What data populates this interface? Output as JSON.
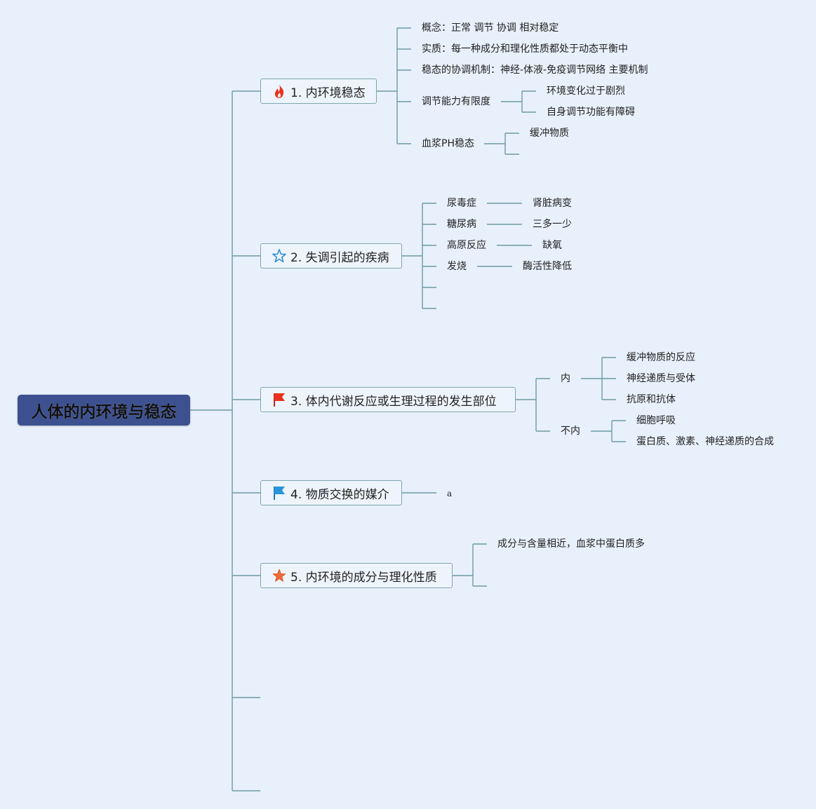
{
  "root": {
    "title": "人体的内环境与稳态"
  },
  "branches": [
    {
      "label": "1. 内环境稳态",
      "icon": "fire-icon",
      "children": [
        {
          "text": "概念：正常 调节 协调 相对稳定"
        },
        {
          "text": "实质：每一种成分和理化性质都处于动态平衡中"
        },
        {
          "text": "稳态的协调机制：神经-体液-免疫调节网络 主要机制"
        },
        {
          "text": "调节能力有限度",
          "children": [
            "环境变化过于剧烈",
            "自身调节功能有障碍"
          ]
        },
        {
          "text": "血浆PH稳态",
          "children": [
            "缓冲物质"
          ]
        }
      ]
    },
    {
      "label": "2. 失调引起的疾病",
      "icon": "star-outline-icon",
      "children": [
        {
          "text": "尿毒症",
          "children": [
            "肾脏病变"
          ]
        },
        {
          "text": "糖尿病",
          "children": [
            "三多一少"
          ]
        },
        {
          "text": "高原反应",
          "children": [
            "缺氧"
          ]
        },
        {
          "text": "发烧",
          "children": [
            "酶活性降低"
          ]
        }
      ]
    },
    {
      "label": "3. 体内代谢反应或生理过程的发生部位",
      "icon": "red-flag-icon",
      "children": [
        {
          "text": "内",
          "children": [
            "缓冲物质的反应",
            "神经递质与受体",
            "抗原和抗体"
          ]
        },
        {
          "text": "不内",
          "children": [
            "细胞呼吸",
            "蛋白质、激素、神经递质的合成"
          ]
        }
      ]
    },
    {
      "label": "4. 物质交换的媒介",
      "icon": "blue-flag-icon",
      "children": [
        {
          "text": "a"
        }
      ]
    },
    {
      "label": "5. 内环境的成分与理化性质",
      "icon": "orange-star-icon",
      "children": [
        {
          "text": "成分与含量相近，血浆中蛋白质多"
        }
      ]
    }
  ],
  "colors": {
    "background": "#e8f0fb",
    "root_fill": "#3d5190",
    "line": "#6c9aa4"
  }
}
